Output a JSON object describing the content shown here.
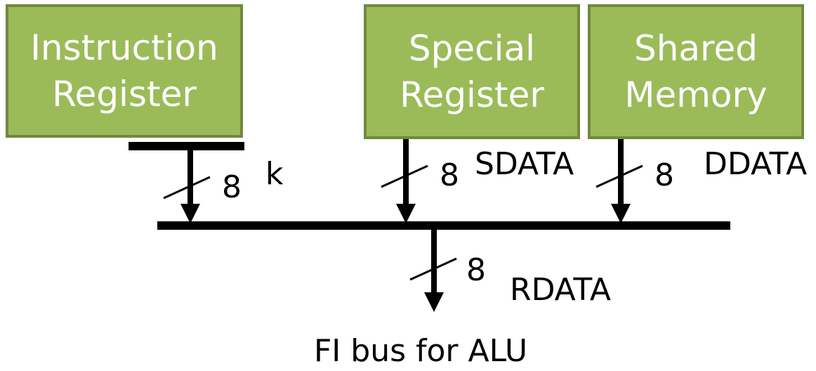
{
  "diagram": {
    "blocks": [
      {
        "id": "instruction-register",
        "lines": [
          "Instruction",
          "Register"
        ]
      },
      {
        "id": "special-register",
        "lines": [
          "Special",
          "Register"
        ]
      },
      {
        "id": "shared-memory",
        "lines": [
          "Shared",
          "Memory"
        ]
      }
    ],
    "buses": {
      "k": {
        "width": "8",
        "name": "k"
      },
      "sdata": {
        "width": "8",
        "name": "SDATA"
      },
      "ddata": {
        "width": "8",
        "name": "DDATA"
      },
      "rdata": {
        "width": "8",
        "name": "RDATA"
      }
    },
    "caption": "FI bus for ALU"
  },
  "colors": {
    "block_fill": "#9bbb59",
    "block_border": "#71893f",
    "block_text": "#ffffff",
    "wire": "#000000"
  }
}
